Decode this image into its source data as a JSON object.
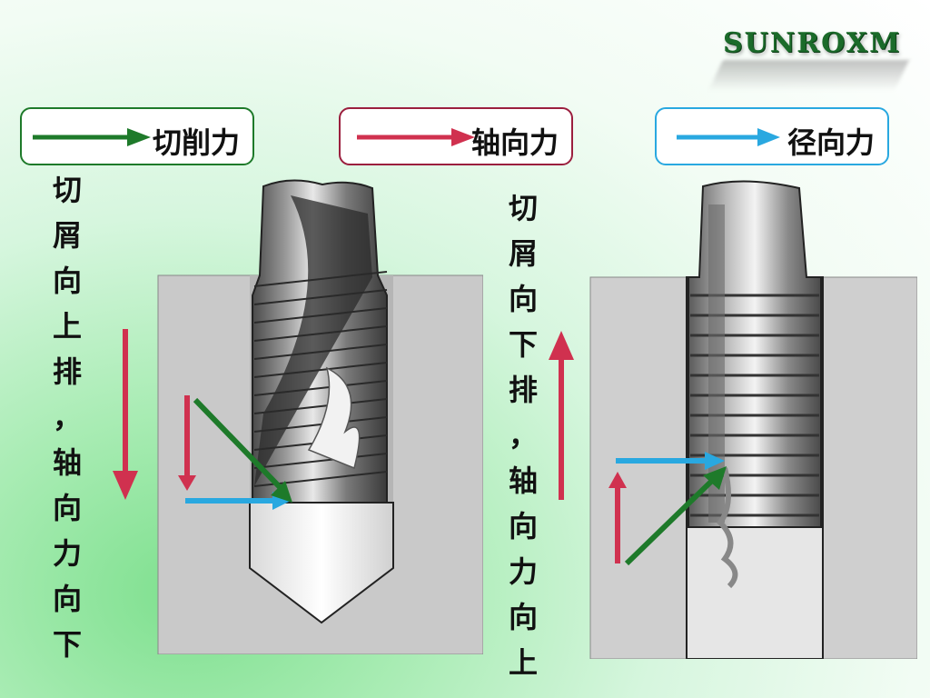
{
  "logo": {
    "text": "SUNROXM"
  },
  "legend": [
    {
      "label": "切削力",
      "color": "#1e7a2a",
      "icon": "arrow-right-icon"
    },
    {
      "label": "轴向力",
      "color": "#d0314f",
      "icon": "arrow-right-icon"
    },
    {
      "label": "径向力",
      "color": "#29a8e0",
      "icon": "arrow-right-icon"
    }
  ],
  "left_caption": [
    "切",
    "屑",
    "向",
    "上",
    "排",
    "，",
    "轴",
    "向",
    "力",
    "向",
    "下"
  ],
  "right_caption": [
    "切",
    "屑",
    "向",
    "下",
    "排",
    "，",
    "轴",
    "向",
    "力",
    "向",
    "上"
  ],
  "colors": {
    "cutting": "#1e7a2a",
    "axial": "#d0314f",
    "radial": "#29a8e0"
  }
}
